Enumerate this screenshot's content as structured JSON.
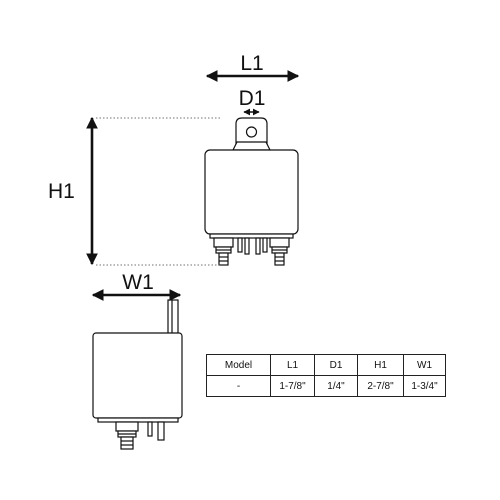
{
  "dimensions": {
    "l1_label": "L1",
    "d1_label": "D1",
    "h1_label": "H1",
    "w1_label": "W1"
  },
  "table": {
    "headers": [
      "Model",
      "L1",
      "D1",
      "H1",
      "W1"
    ],
    "rows": [
      [
        "-",
        "1-7/8\"",
        "1/4\"",
        "2-7/8\"",
        "1-3/4\""
      ]
    ]
  },
  "colors": {
    "line": "#111111",
    "fill": "#ffffff"
  }
}
